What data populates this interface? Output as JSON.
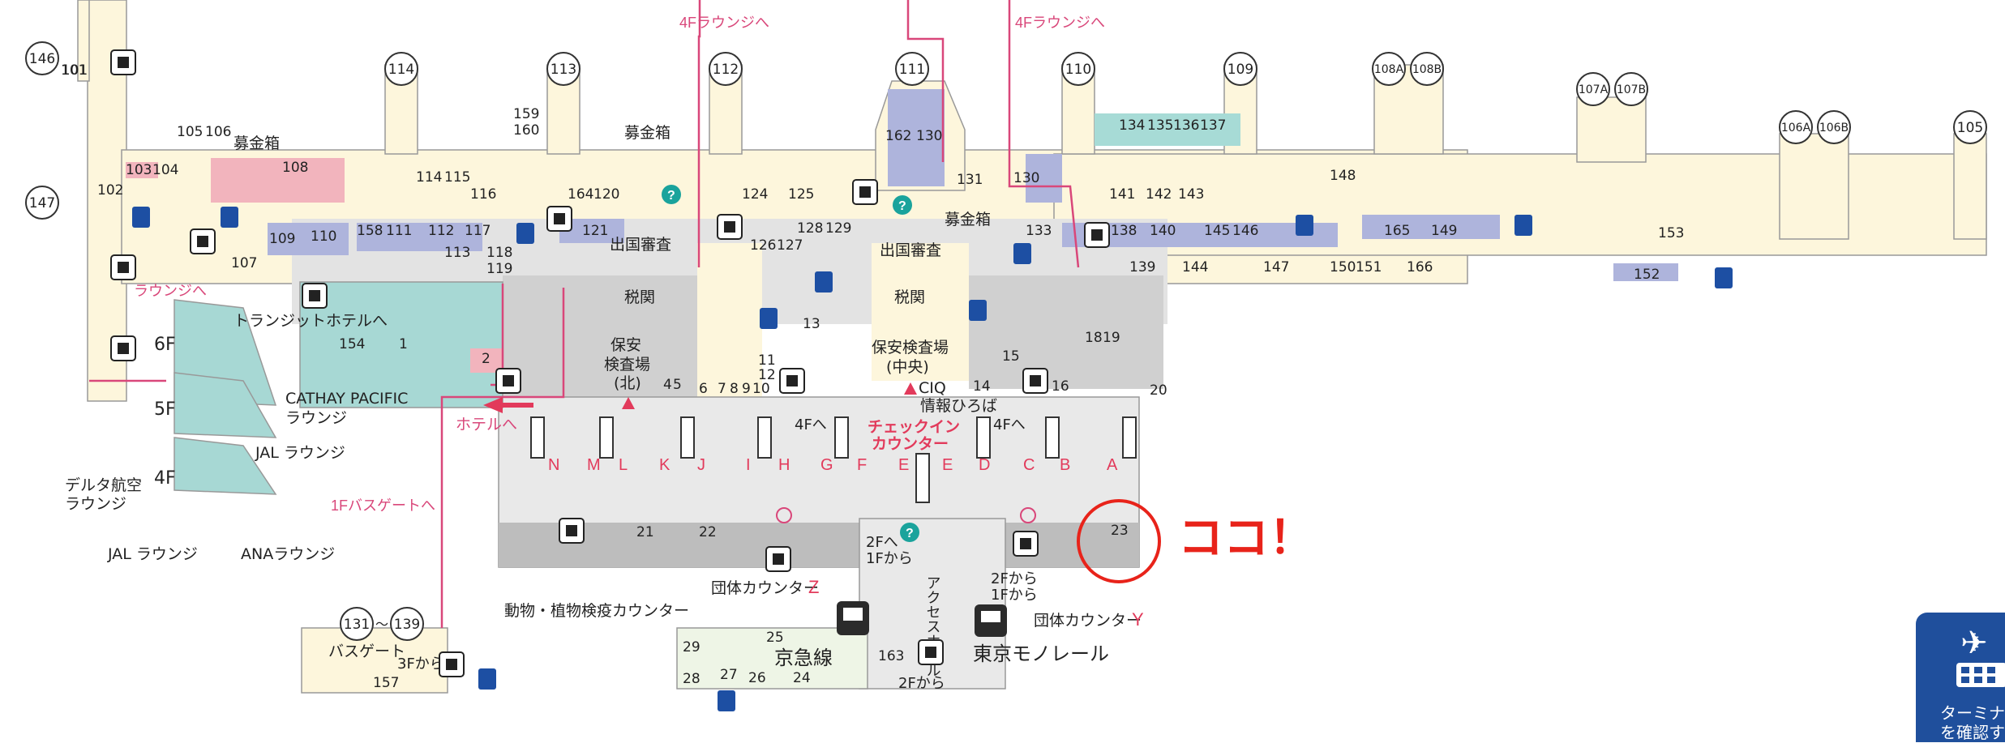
{
  "colors": {
    "corridor": "#fdf6dc",
    "hall": "#e9e9e9",
    "hall_dark": "#bdbdbd",
    "lounge": "#a7d8d4",
    "shop_blue": "#aeb4dc",
    "shop_green": "#a7dbd6",
    "shop_pink": "#f2b4bd",
    "route_pink": "#d9477a",
    "accent_red": "#e8231a",
    "blue_button": "#1f4f9c"
  },
  "gates": [
    "146",
    "101",
    "147",
    "114",
    "113",
    "112",
    "111",
    "110",
    "109",
    "108A",
    "108B",
    "107A",
    "107B",
    "106A",
    "106B",
    "105",
    "131",
    "139"
  ],
  "route_labels": {
    "lounge_4f_left": "4Fラウンジへ",
    "lounge_4f_right": "4Fラウンジへ",
    "lounge_left": "ラウンジへ",
    "transit_hotel": "トランジットホテルへ",
    "hotel": "ホテルへ",
    "bus_gate_1f": "1Fバスゲートへ",
    "to_4f_a": "4Fへ",
    "to_4f_b": "4Fへ",
    "to_2f": "2Fへ",
    "from_1f": "1Fから",
    "from_2f_a": "2Fから",
    "from_1f_b": "1Fから",
    "from_2f_b": "2Fから",
    "from_3f": "3Fから"
  },
  "facility_labels": {
    "donation_box": "募金箱",
    "immigration": "出国審査",
    "customs": "税関",
    "security_north_1": "保安",
    "security_north_2": "検査場",
    "security_north_3": "(北)",
    "security_central_1": "保安検査場",
    "security_central_2": "(中央)",
    "ciq": "CIQ",
    "info_plaza": "情報ひろば",
    "checkin_1": "チェックイン",
    "checkin_2": "カウンター",
    "cathay_1": "CATHAY PACIFIC",
    "cathay_2": "ラウンジ",
    "jal_lounge_5f": "JAL ラウンジ",
    "delta_1": "デルタ航空",
    "delta_2": "ラウンジ",
    "jal_lounge_4f": "JAL ラウンジ",
    "ana_lounge": "ANAラウンジ",
    "floor_6f": "6F",
    "floor_5f": "5F",
    "floor_4f": "4F",
    "animal_plant": "動物・植物検疫カウンター",
    "group_counter": "団体カウンター",
    "group_z": "Z",
    "group_y": "Y",
    "access_hall": "アクセスホール",
    "keikyu": "京急線",
    "monorail": "東京モノレール",
    "bus_gate": "バスゲート",
    "tilde": "～",
    "here": "ココ！"
  },
  "counter_letters": [
    "N",
    "M",
    "L",
    "K",
    "J",
    "I",
    "H",
    "G",
    "F",
    "E",
    "E",
    "D",
    "C",
    "B",
    "A"
  ],
  "shop_numbers": {
    "s101": "101",
    "s102": "102",
    "s103": "103",
    "s104": "104",
    "s105": "105",
    "s106": "106",
    "s107": "107",
    "s108": "108",
    "s109": "109",
    "s110": "110",
    "s111": "111",
    "s112": "112",
    "s113": "113",
    "s114": "114",
    "s115": "115",
    "s116": "116",
    "s117": "117",
    "s118": "118",
    "s119": "119",
    "s120": "120",
    "s121": "121",
    "s124": "124",
    "s125": "125",
    "s126": "126",
    "s127": "127",
    "s128": "128",
    "s129": "129",
    "s130a": "130",
    "s130b": "130",
    "s131": "131",
    "s133": "133",
    "s134": "134",
    "s135": "135",
    "s136": "136",
    "s137": "137",
    "s138": "138",
    "s139": "139",
    "s140": "140",
    "s141": "141",
    "s142": "142",
    "s143": "143",
    "s144": "144",
    "s145": "145",
    "s146": "146",
    "s147": "147",
    "s148": "148",
    "s149": "149",
    "s150": "150",
    "s151": "151",
    "s152": "152",
    "s153": "153",
    "s154": "154",
    "s157": "157",
    "s158": "158",
    "s159": "159",
    "s160": "160",
    "s162": "162",
    "s163": "163",
    "s164": "164",
    "s165": "165",
    "s166": "166",
    "s1": "1",
    "s2": "2",
    "s4": "4",
    "s5": "5",
    "s6": "6",
    "s7": "7",
    "s8": "8",
    "s9": "9",
    "s10": "10",
    "s11": "11",
    "s12": "12",
    "s13": "13",
    "s14": "14",
    "s15": "15",
    "s16": "16",
    "s18": "18",
    "s19": "19",
    "s20": "20",
    "s21": "21",
    "s22": "22",
    "s23": "23",
    "s24": "24",
    "s25": "25",
    "s26": "26",
    "s27": "27",
    "s28": "28",
    "s29": "29"
  },
  "terminal_button": {
    "line1": "ターミナ",
    "line2": "を確認す"
  }
}
